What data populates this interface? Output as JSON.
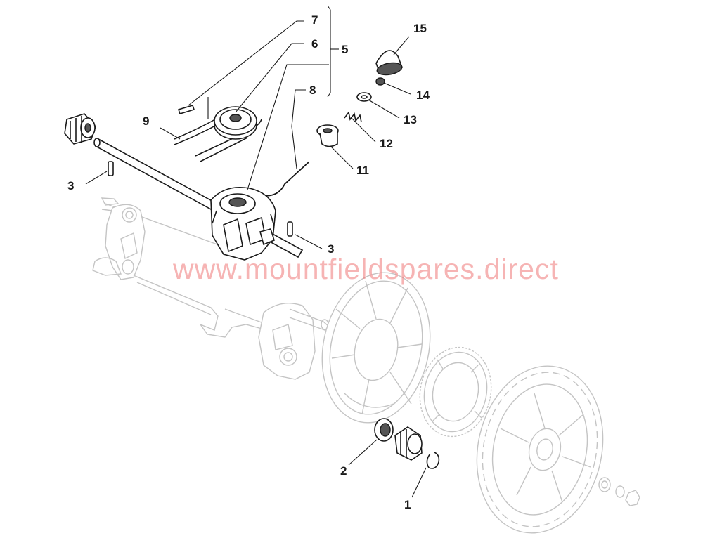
{
  "watermark": "www.mountfieldspares.direct",
  "callouts": {
    "c1": "1",
    "c2": "2",
    "c3a": "3",
    "c3b": "3",
    "c5": "5",
    "c6": "6",
    "c7": "7",
    "c8": "8",
    "c9": "9",
    "c11": "11",
    "c12": "12",
    "c13": "13",
    "c14": "14",
    "c15": "15"
  },
  "colors": {
    "line": "#1a1a1a",
    "ghost": "#c4c4c4",
    "watermark": "#f07878"
  }
}
